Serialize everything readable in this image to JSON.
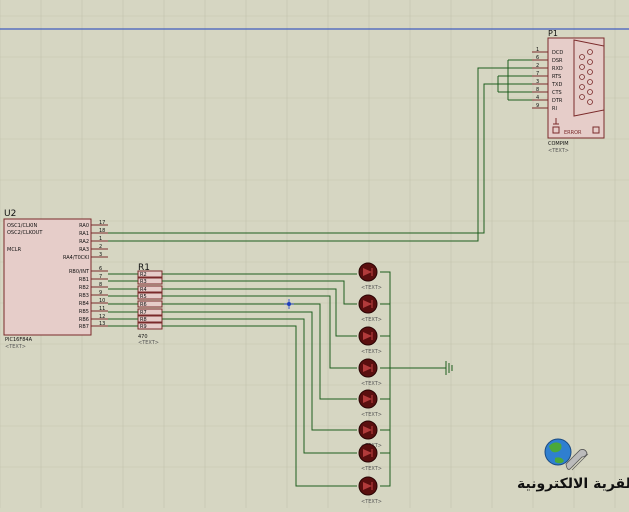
{
  "u2": {
    "ref": "U2",
    "part": "PIC16F84A",
    "text_placeholder": "<TEXT>",
    "left_pins": [
      "OSC1/CLKIN",
      "OSC2/CLKOUT",
      "MCLR"
    ],
    "right_pins": [
      {
        "name": "RA0",
        "num": "17"
      },
      {
        "name": "RA1",
        "num": "18"
      },
      {
        "name": "RA2",
        "num": "1"
      },
      {
        "name": "RA3",
        "num": "2"
      },
      {
        "name": "RA4/T0CKI",
        "num": "3"
      },
      {
        "name": "RB0/INT",
        "num": "6"
      },
      {
        "name": "RB1",
        "num": "7"
      },
      {
        "name": "RB2",
        "num": "8"
      },
      {
        "name": "RB3",
        "num": "9"
      },
      {
        "name": "RB4",
        "num": "10"
      },
      {
        "name": "RB5",
        "num": "11"
      },
      {
        "name": "RB6",
        "num": "12"
      },
      {
        "name": "RB7",
        "num": "13"
      }
    ]
  },
  "r1": {
    "ref": "R1",
    "value": "470",
    "text_placeholder": "<TEXT>",
    "resistors": [
      "R2",
      "R3",
      "R4",
      "R5",
      "R6",
      "R7",
      "R8",
      "R9"
    ]
  },
  "p1": {
    "ref": "P1",
    "part": "COMPIM",
    "text_placeholder": "<TEXT>",
    "error_label": "ERROR",
    "pins": [
      {
        "num": "1",
        "name": "DCD"
      },
      {
        "num": "6",
        "name": "DSR"
      },
      {
        "num": "2",
        "name": "RXD"
      },
      {
        "num": "7",
        "name": "RTS"
      },
      {
        "num": "3",
        "name": "TXD"
      },
      {
        "num": "8",
        "name": "CTS"
      },
      {
        "num": "4",
        "name": "DTR"
      },
      {
        "num": "9",
        "name": "RI"
      }
    ]
  },
  "leds": {
    "count": 8,
    "text_placeholder": "<TEXT>"
  },
  "watermark": {
    "text": "القرية الالكترونية",
    "icon": "globe-wrench-icon"
  },
  "colors": {
    "background": "#d6d6c2",
    "wire": "#1e5e1e",
    "component_fill": "#e6cdc9",
    "component_stroke": "#7a2a2a",
    "led_fill": "#5a0f0f",
    "sheet_border": "#1a3fbf"
  }
}
